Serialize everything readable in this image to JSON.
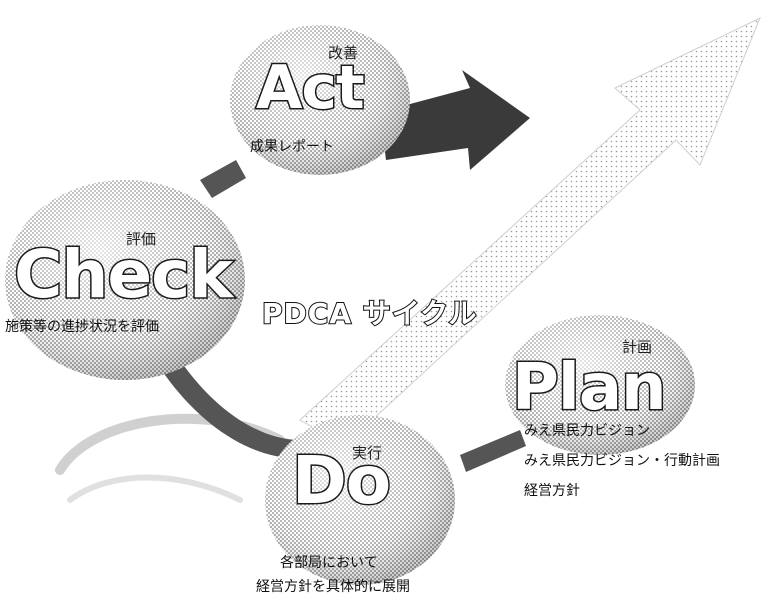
{
  "cycle_title": "PDCA サイクル",
  "stages": {
    "act": {
      "title": "Act",
      "jp": "改善",
      "desc": [
        "成果レポート"
      ]
    },
    "check": {
      "title": "Check",
      "jp": "評価",
      "desc": [
        "施策等の進捗状況を評価"
      ]
    },
    "plan": {
      "title": "Plan",
      "jp": "計画",
      "desc": [
        "みえ県民力ビジョン",
        "みえ県民力ビジョン・行動計画",
        "経営方針"
      ]
    },
    "do": {
      "title": "Do",
      "jp": "実行",
      "desc": [
        "各部局において",
        "経営方針を具体的に展開"
      ]
    }
  },
  "colors": {
    "ink": "#1a1a1a",
    "blob": "#9a9a9a",
    "arrow": "#bdbdbd",
    "connector": "#555555"
  }
}
